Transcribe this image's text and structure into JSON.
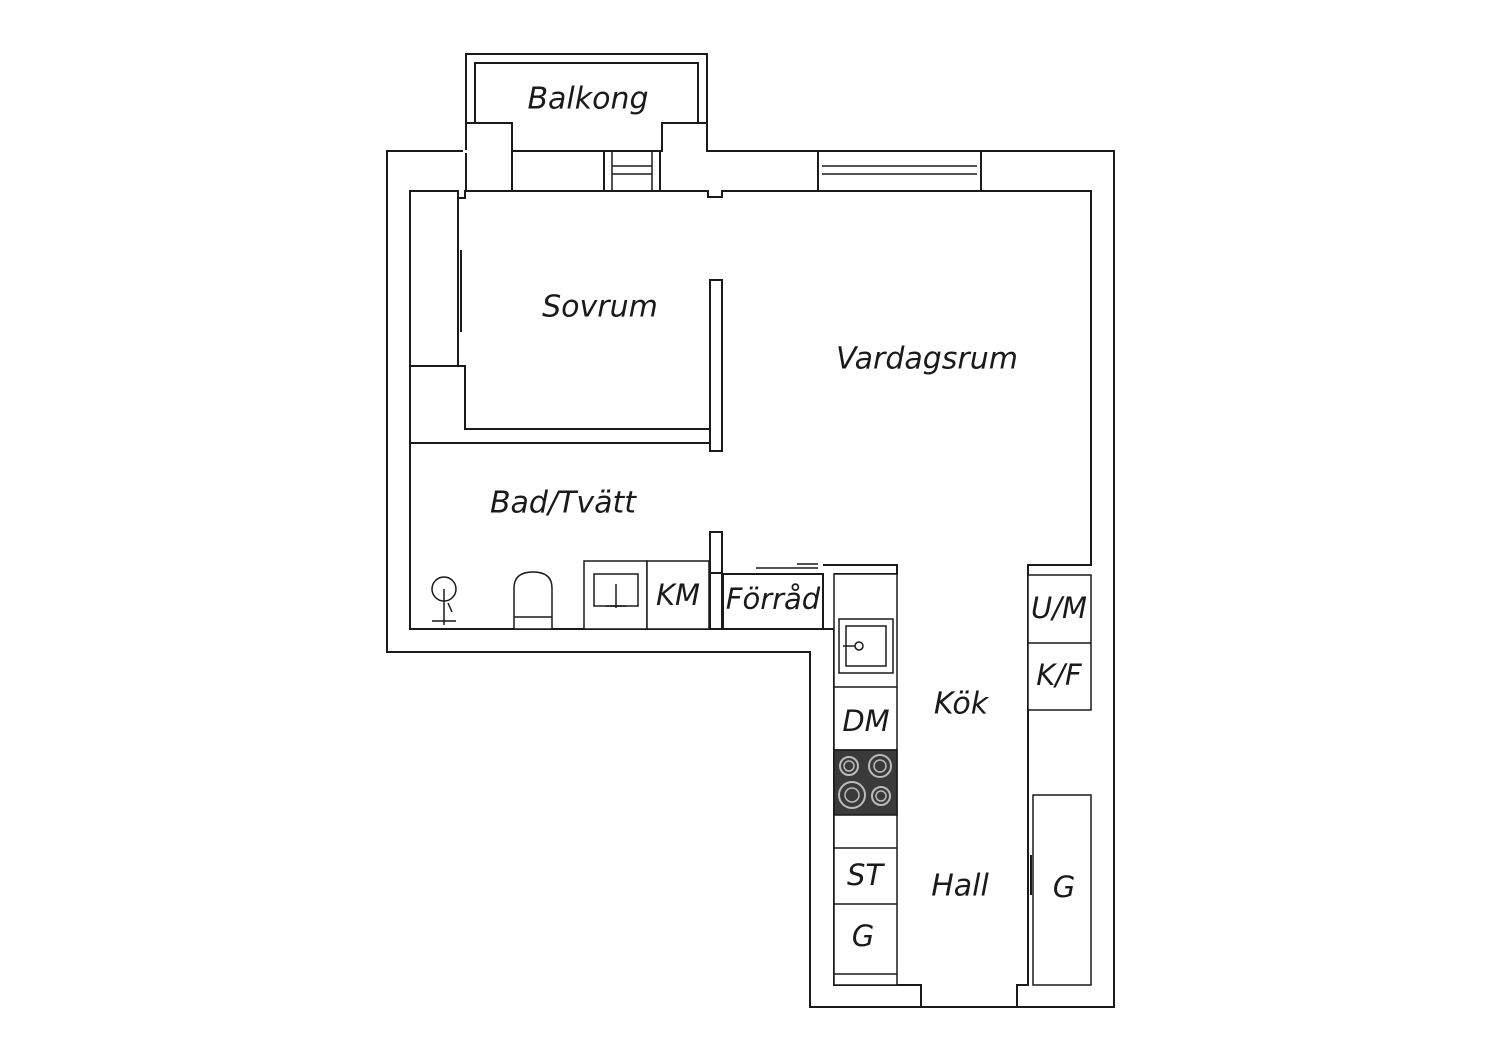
{
  "rooms": {
    "balkong": "Balkong",
    "sovrum": "Sovrum",
    "vardagsrum": "Vardagsrum",
    "bad_tvatt": "Bad/Tvätt",
    "forrad": "Förråd",
    "kok": "Kök",
    "hall": "Hall"
  },
  "appliances": {
    "km": "KM",
    "dm": "DM",
    "st": "ST",
    "g_kitchen": "G",
    "um": "U/M",
    "kf": "K/F",
    "g_hall": "G"
  },
  "colors": {
    "line": "#1a1a1a",
    "background": "#ffffff",
    "stove": "#3a3a3a"
  }
}
